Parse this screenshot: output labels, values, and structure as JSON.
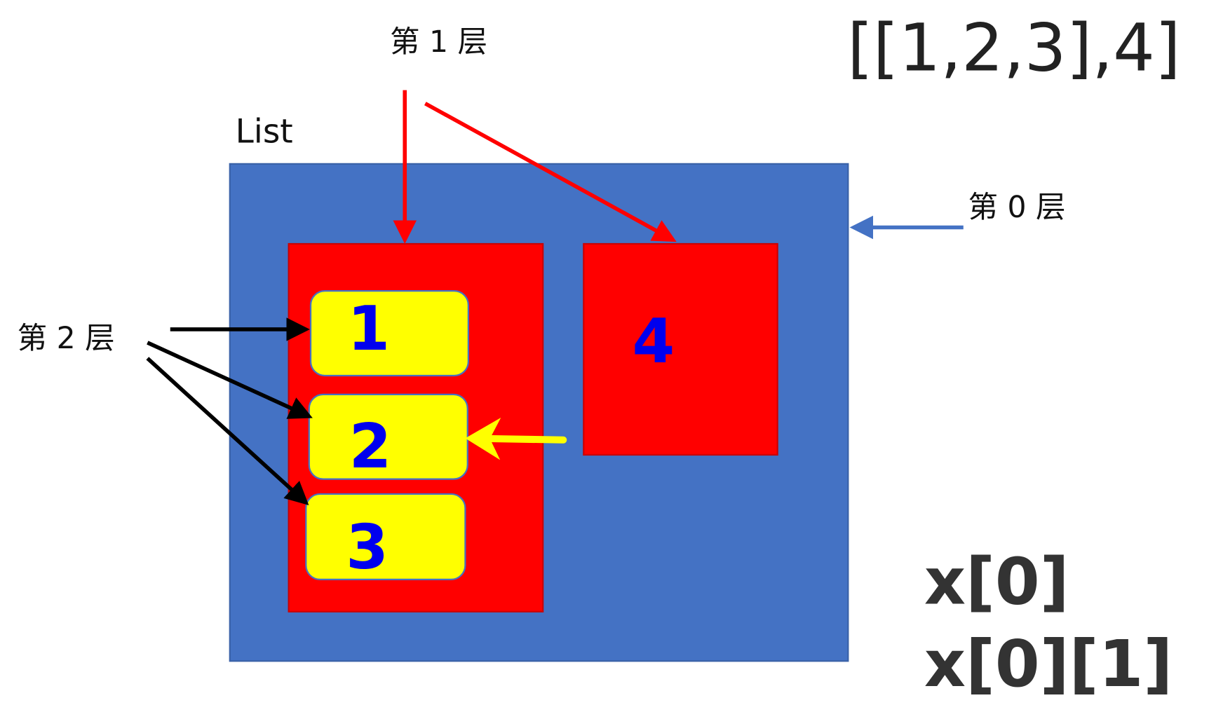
{
  "labels": {
    "layer1": "第 1 层",
    "layer0": "第 0 层",
    "layer2": "第 2 层",
    "list": "List",
    "literal": "[[1,2,3],4]",
    "index1": "x[0]",
    "index2": "x[0][1]"
  },
  "items": [
    "1",
    "2",
    "3",
    "4"
  ],
  "colors": {
    "outer": "#4472c4",
    "inner": "#ff0000",
    "leaf": "#ffff00",
    "digit": "#0000ee",
    "arrow_layer1": "#ff0000",
    "arrow_layer0": "#4472c4",
    "arrow_layer2": "#000000",
    "arrow_index": "#ffff00"
  }
}
